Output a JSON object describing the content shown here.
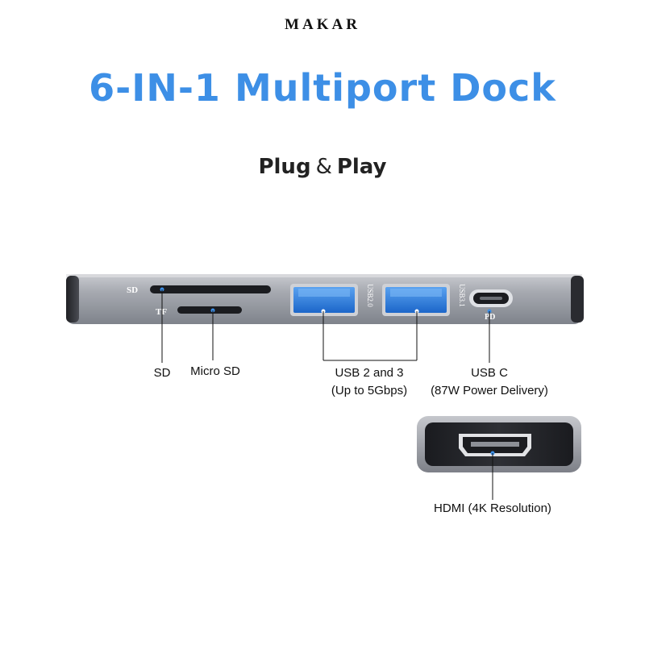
{
  "brand": "MAKAR",
  "title": "6-IN-1 Multiport Dock",
  "subtitle": {
    "part1": "Plug",
    "amp": "&",
    "part2": "Play"
  },
  "device_markings": {
    "sd": "SD",
    "tf": "TF",
    "usb_a_1": "USB2.0",
    "usb_a_2": "USB3.1",
    "pd": "PD"
  },
  "callouts": {
    "sd": "SD",
    "micro_sd": "Micro SD",
    "usb_line1": "USB 2 and 3",
    "usb_line2": "(Up to 5Gbps)",
    "usbc_line1": "USB C",
    "usbc_line2": "(87W Power Delivery)",
    "hdmi": "HDMI (4K Resolution)"
  },
  "colors": {
    "title": "#3d8fe6",
    "usb_blue": "#2f7fe0",
    "dock_body": "#a4a7ae",
    "dock_dark": "#2a2b30"
  }
}
